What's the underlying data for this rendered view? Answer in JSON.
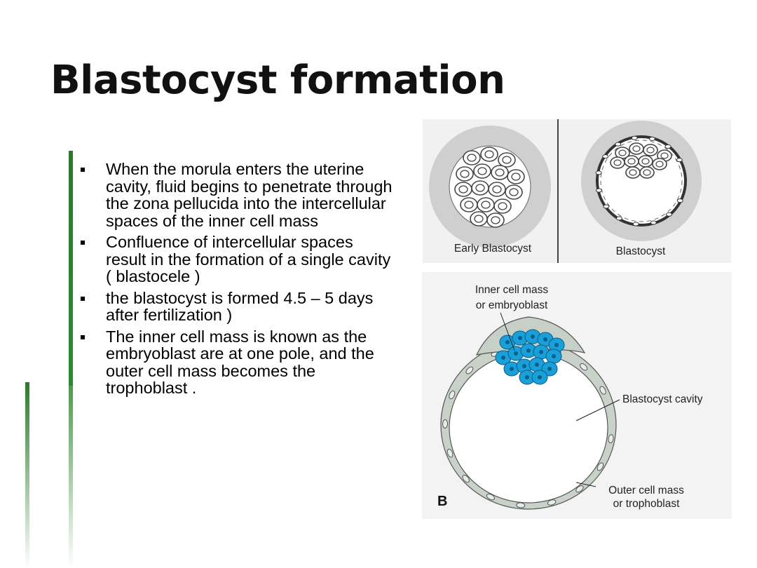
{
  "title": "Blastocyst formation",
  "bullets": [
    "When the morula enters the uterine cavity, fluid begins to penetrate through the zona pellucida into the intercellular spaces of the inner cell mass",
    "Confluence of intercellular spaces result in the formation of a single cavity ( blastocele )",
    " the blastocyst  is formed 4.5 – 5 days after fertilization )",
    "The inner cell mass is known as the embryoblast are at one pole, and the outer cell mass becomes the trophoblast ."
  ],
  "figure_top": {
    "left_label": "Early Blastocyst",
    "right_label": "Blastocyst"
  },
  "figure_bottom": {
    "panel_letter": "B",
    "inner_mass_line1": "Inner cell mass",
    "inner_mass_line2": "or embryoblast",
    "cavity_label": "Blastocyst cavity",
    "outer_mass_line1": "Outer cell mass",
    "outer_mass_line2": "or trophoblast"
  },
  "colors": {
    "accent_green": "#2a7a2a",
    "embryoblast_blue": "#1aa0d8",
    "zona_gray": "#d2d2d2"
  }
}
